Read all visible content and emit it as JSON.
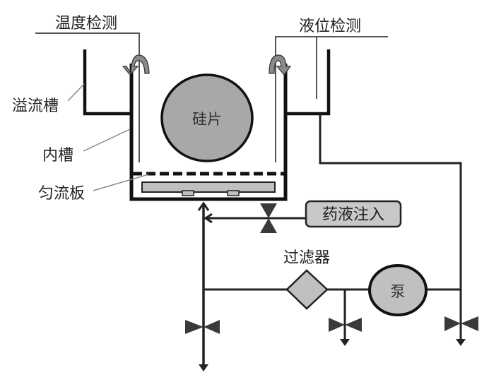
{
  "labels": {
    "temperature_sensor": "温度检测",
    "level_sensor": "液位检测",
    "overflow_tank": "溢流槽",
    "inner_tank": "内槽",
    "flow_plate": "匀流板",
    "wafer": "硅片",
    "chemical_injection": "药液注入",
    "filter": "过滤器",
    "pump": "泵"
  },
  "colors": {
    "line": "#111111",
    "pipe": "#2a2a2a",
    "fill_gray": "#a8a8a8",
    "box_fill": "#c8c8c8",
    "valve": "#3a3a3a",
    "leader": "#888888",
    "arrow_fill": "#8a8a8a"
  }
}
